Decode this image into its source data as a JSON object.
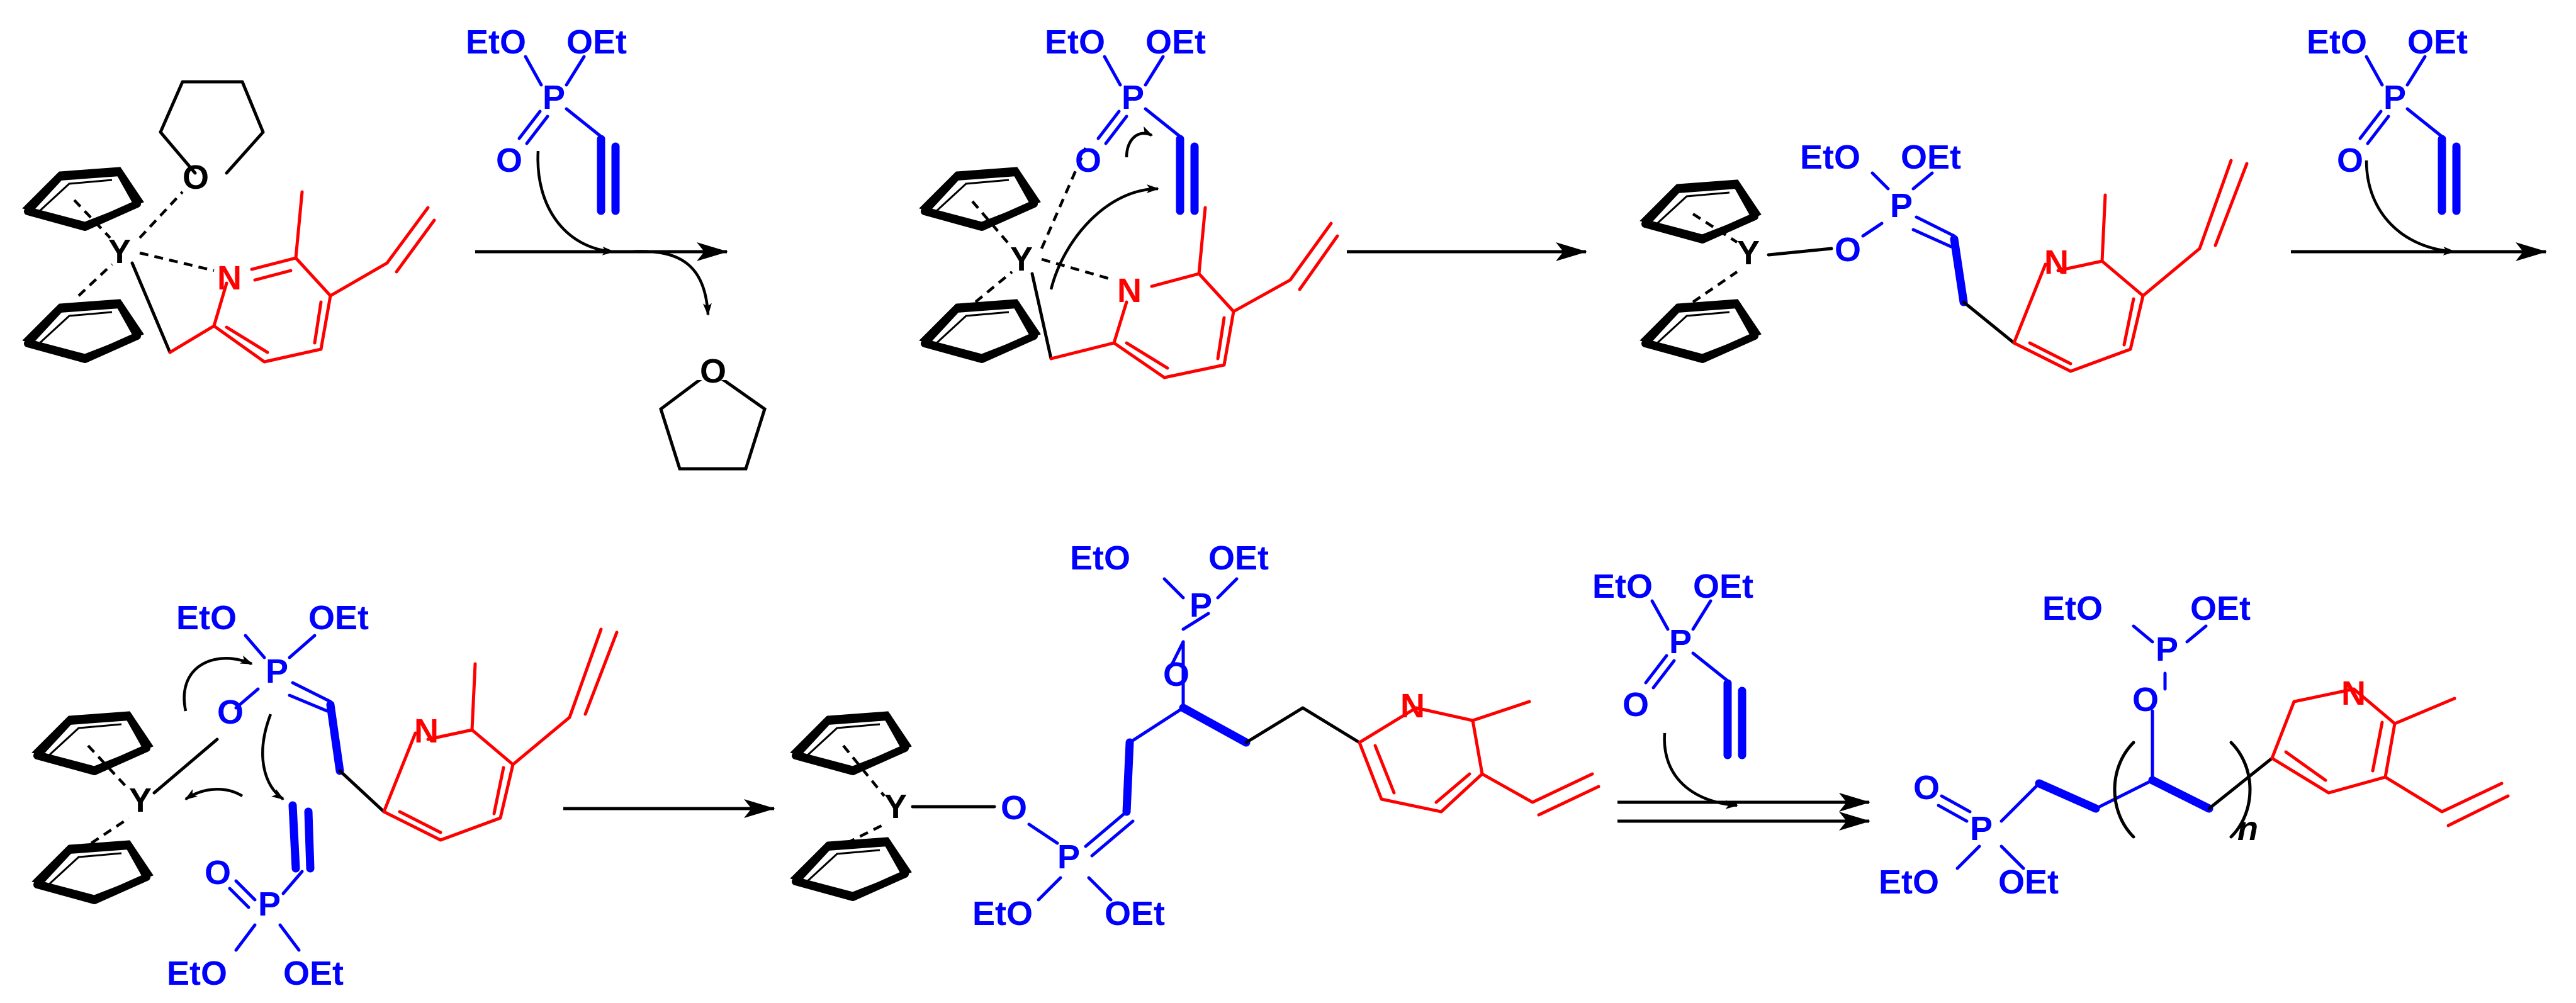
{
  "labels": {
    "metal": "Y",
    "oxygen": "O",
    "nitrogen": "N",
    "phosphorus": "P",
    "ethoxy_left": "EtO",
    "ethoxy_right": "OEt",
    "repeat_subscript": "n"
  },
  "colors": {
    "monomer": "#0000ff",
    "initiator_pyridine": "#ff0000",
    "metal_complex": "#000000"
  }
}
